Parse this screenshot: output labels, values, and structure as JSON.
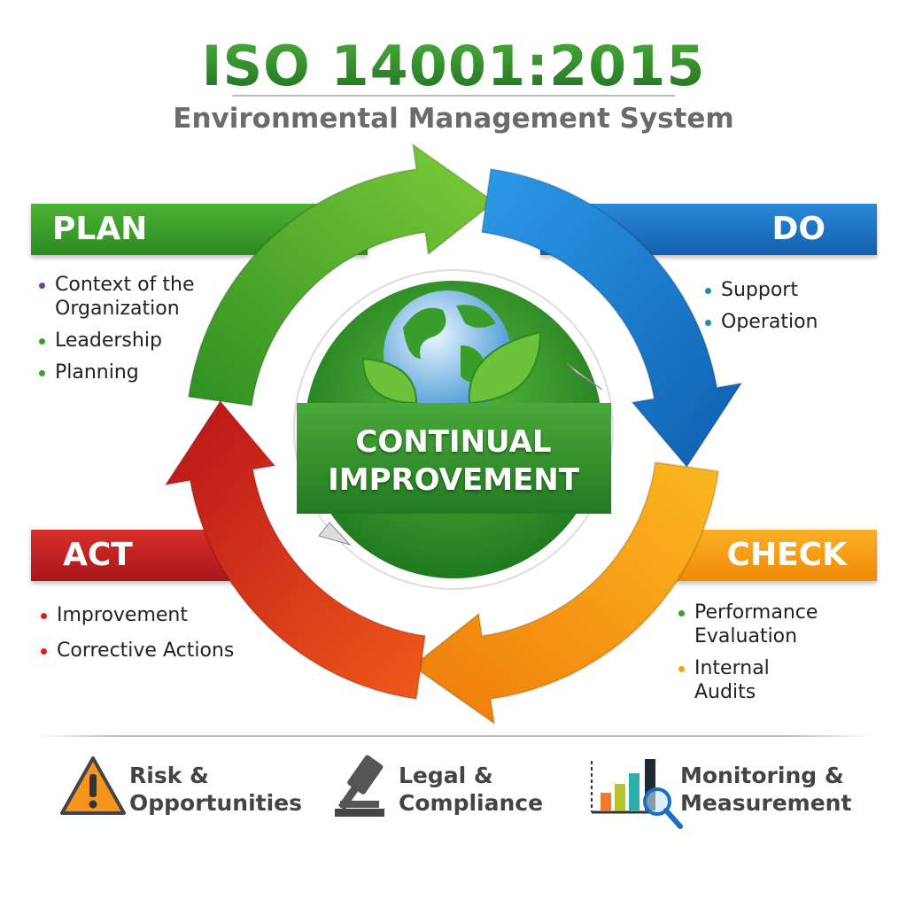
{
  "header": {
    "title": "ISO 14001:2015",
    "subtitle": "Environmental Management System"
  },
  "center": {
    "line1": "CONTINUAL",
    "line2": "IMPROVEMENT"
  },
  "plan": {
    "label": "PLAN",
    "color": "#3a9c2a",
    "items": [
      "Context of the Organization",
      "Leadership",
      "Planning"
    ],
    "dots": [
      "#7b3f98",
      "#3a9c2a",
      "#3a9c2a"
    ]
  },
  "do": {
    "label": "DO",
    "color": "#1a74c4",
    "items": [
      "Support",
      "Operation"
    ],
    "dots": [
      "#1a8ac4",
      "#1a8ac4"
    ]
  },
  "act": {
    "label": "ACT",
    "color": "#c4201c",
    "items": [
      "Improvement",
      "Corrective Actions"
    ],
    "dots": [
      "#d02020",
      "#d02020"
    ]
  },
  "check": {
    "label": "CHECK",
    "color": "#f0900c",
    "items": [
      "Performance Evaluation",
      "Internal Audits"
    ],
    "dots": [
      "#3a9c2a",
      "#f0a010"
    ]
  },
  "footer": [
    {
      "icon": "warning-icon",
      "line1": "Risk &",
      "line2": "Opportunities"
    },
    {
      "icon": "gavel-icon",
      "line1": "Legal &",
      "line2": "Compliance"
    },
    {
      "icon": "chart-magnifier-icon",
      "line1": "Monitoring &",
      "line2": "Measurement"
    }
  ]
}
